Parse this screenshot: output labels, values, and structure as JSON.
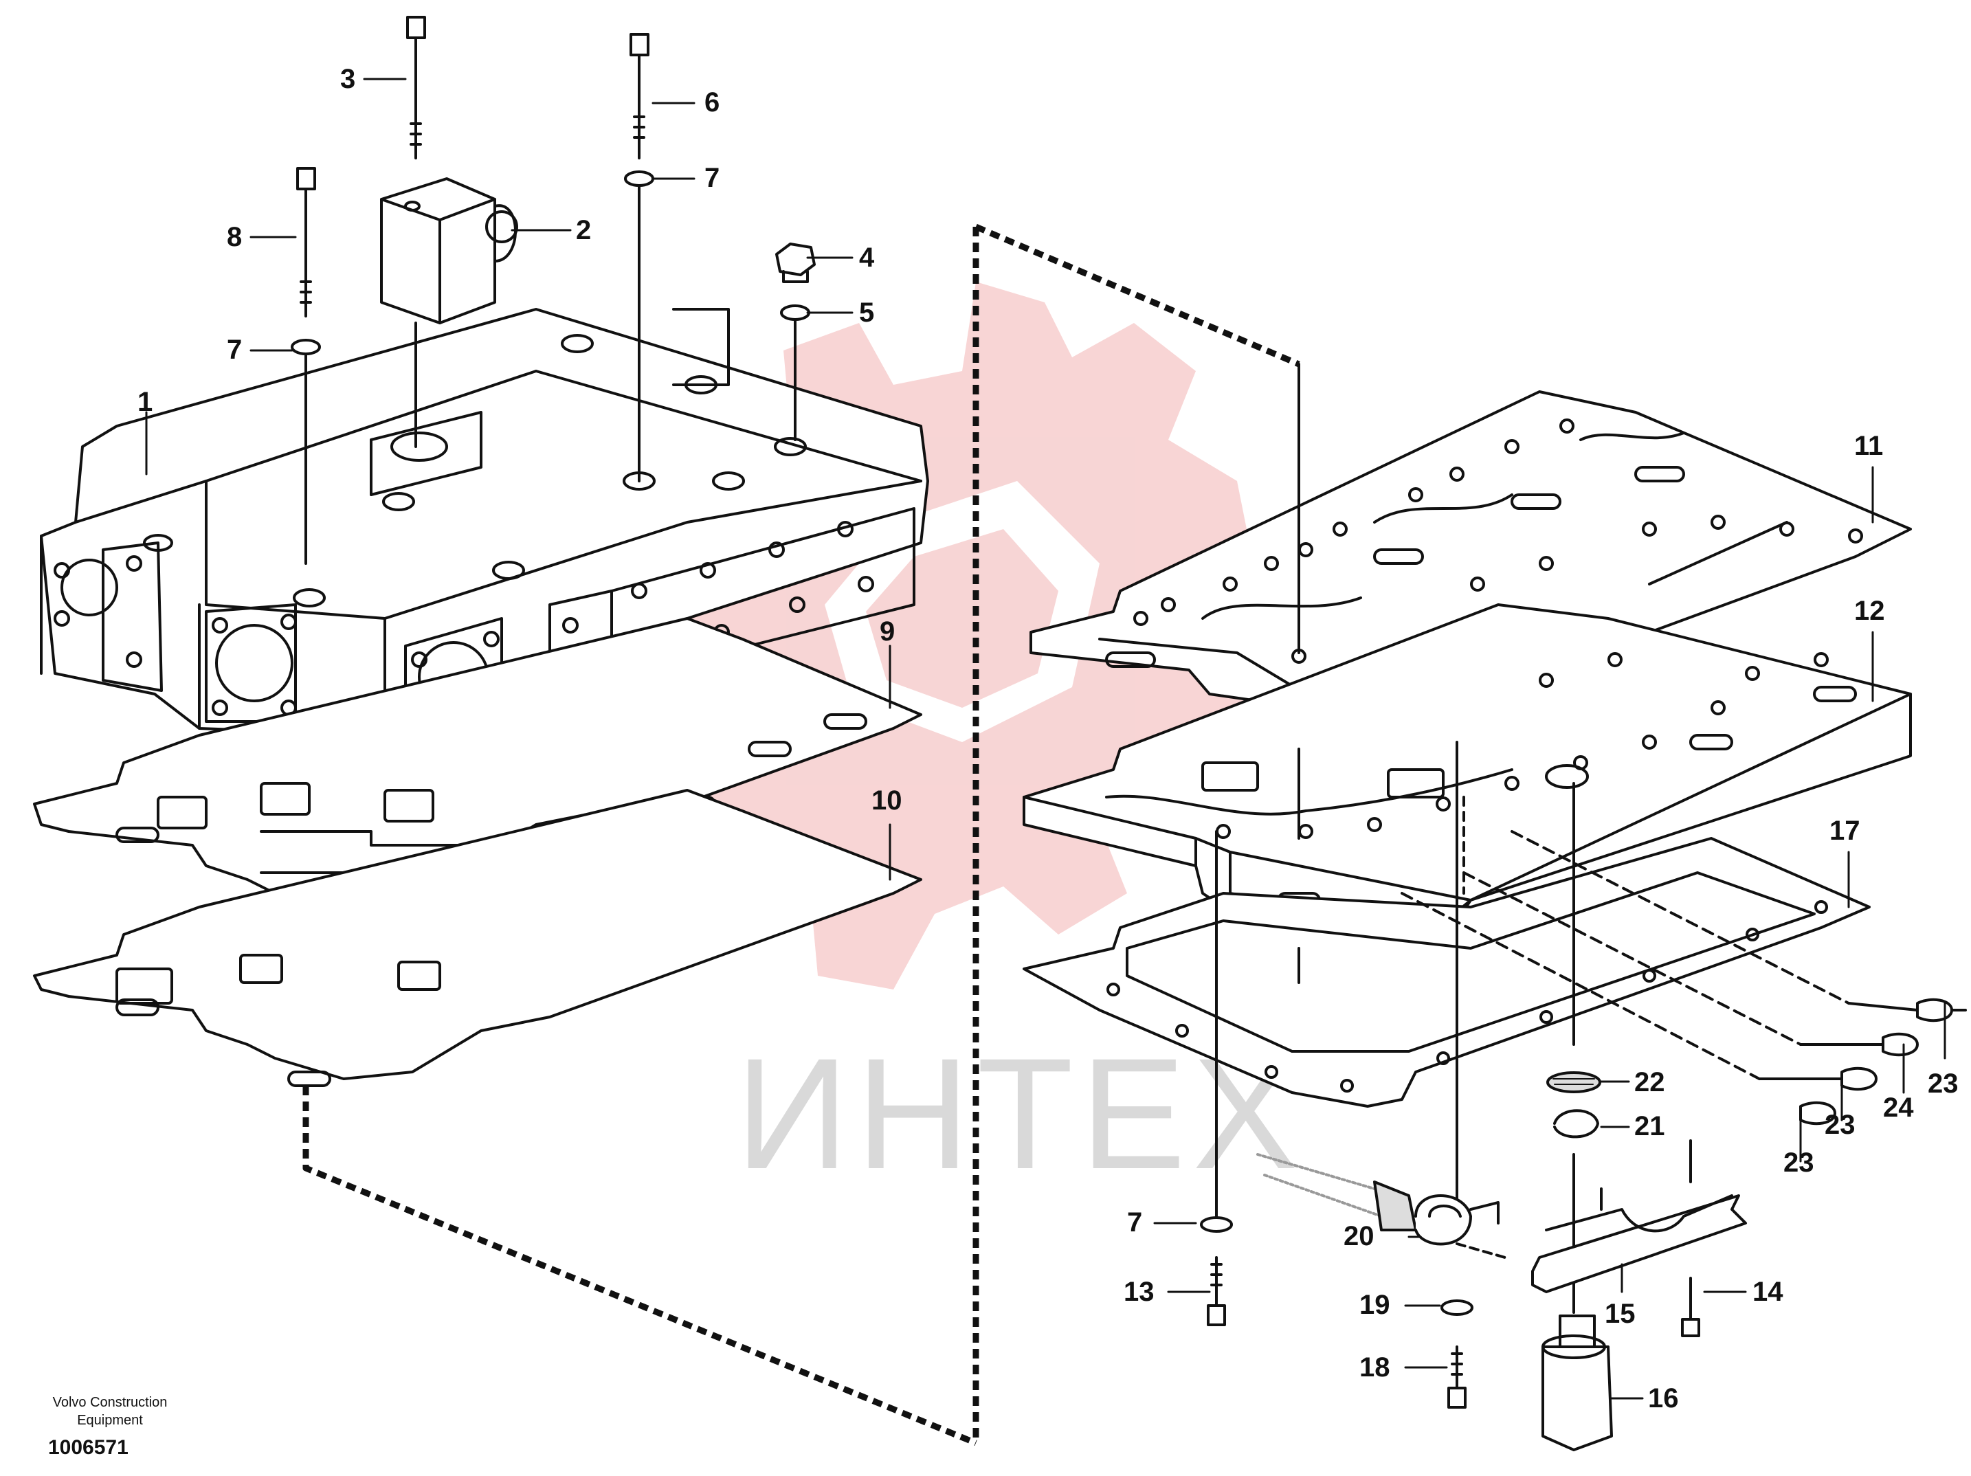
{
  "figure": {
    "manufacturer_line1": "Volvo Construction",
    "manufacturer_line2": "Equipment",
    "drawing_number": "1006571",
    "watermark_text": "ИНТЕХ",
    "watermark_color": "#f2b3b3",
    "watermark_text_color": "#d9d9d9",
    "line_color": "#111111"
  },
  "callouts": [
    {
      "id": "c1",
      "text": "1"
    },
    {
      "id": "c2",
      "text": "2"
    },
    {
      "id": "c3",
      "text": "3"
    },
    {
      "id": "c4",
      "text": "4"
    },
    {
      "id": "c5",
      "text": "5"
    },
    {
      "id": "c6",
      "text": "6"
    },
    {
      "id": "c7a",
      "text": "7"
    },
    {
      "id": "c7b",
      "text": "7"
    },
    {
      "id": "c7c",
      "text": "7"
    },
    {
      "id": "c8",
      "text": "8"
    },
    {
      "id": "c9",
      "text": "9"
    },
    {
      "id": "c10",
      "text": "10"
    },
    {
      "id": "c11",
      "text": "11"
    },
    {
      "id": "c12",
      "text": "12"
    },
    {
      "id": "c13",
      "text": "13"
    },
    {
      "id": "c14",
      "text": "14"
    },
    {
      "id": "c15",
      "text": "15"
    },
    {
      "id": "c16",
      "text": "16"
    },
    {
      "id": "c17",
      "text": "17"
    },
    {
      "id": "c18",
      "text": "18"
    },
    {
      "id": "c19",
      "text": "19"
    },
    {
      "id": "c20",
      "text": "20"
    },
    {
      "id": "c21",
      "text": "21"
    },
    {
      "id": "c22",
      "text": "22"
    },
    {
      "id": "c23a",
      "text": "23"
    },
    {
      "id": "c23b",
      "text": "23"
    },
    {
      "id": "c23c",
      "text": "23"
    },
    {
      "id": "c24",
      "text": "24"
    }
  ]
}
